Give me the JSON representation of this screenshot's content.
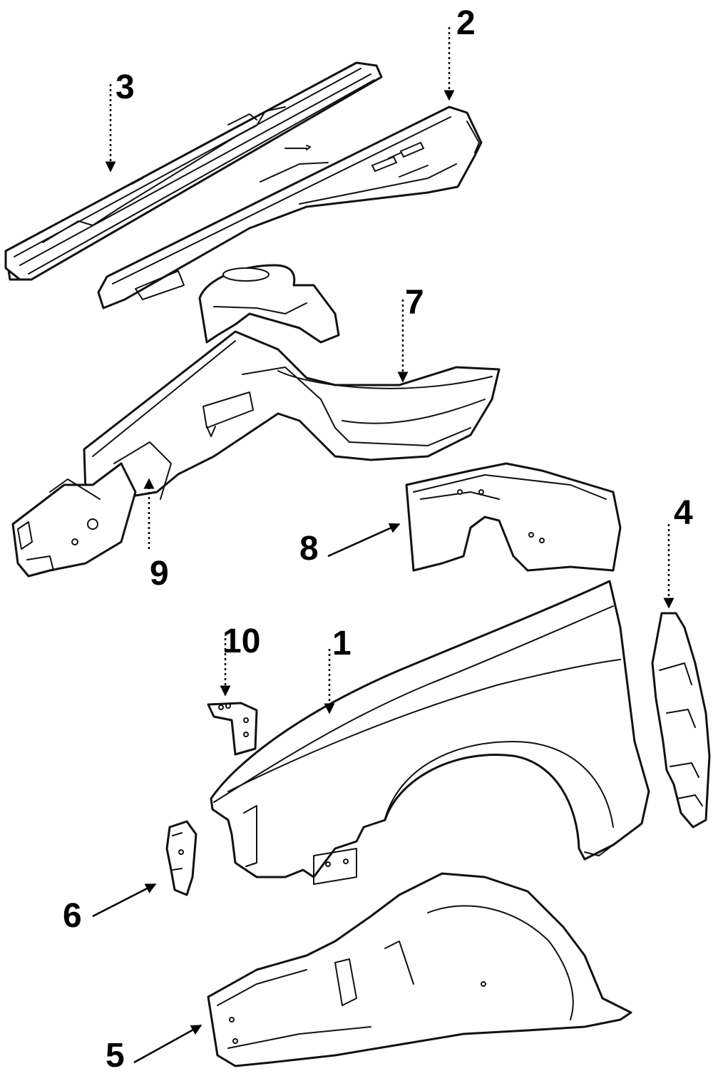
{
  "diagram": {
    "callouts": [
      {
        "id": "c1",
        "text": "1"
      },
      {
        "id": "c2",
        "text": "2"
      },
      {
        "id": "c3",
        "text": "3"
      },
      {
        "id": "c4",
        "text": "4"
      },
      {
        "id": "c5",
        "text": "5"
      },
      {
        "id": "c6",
        "text": "6"
      },
      {
        "id": "c7",
        "text": "7"
      },
      {
        "id": "c8",
        "text": "8"
      },
      {
        "id": "c9",
        "text": "9"
      },
      {
        "id": "c10",
        "text": "10"
      }
    ]
  },
  "colors": {
    "line": "#111111",
    "background": "#ffffff"
  }
}
